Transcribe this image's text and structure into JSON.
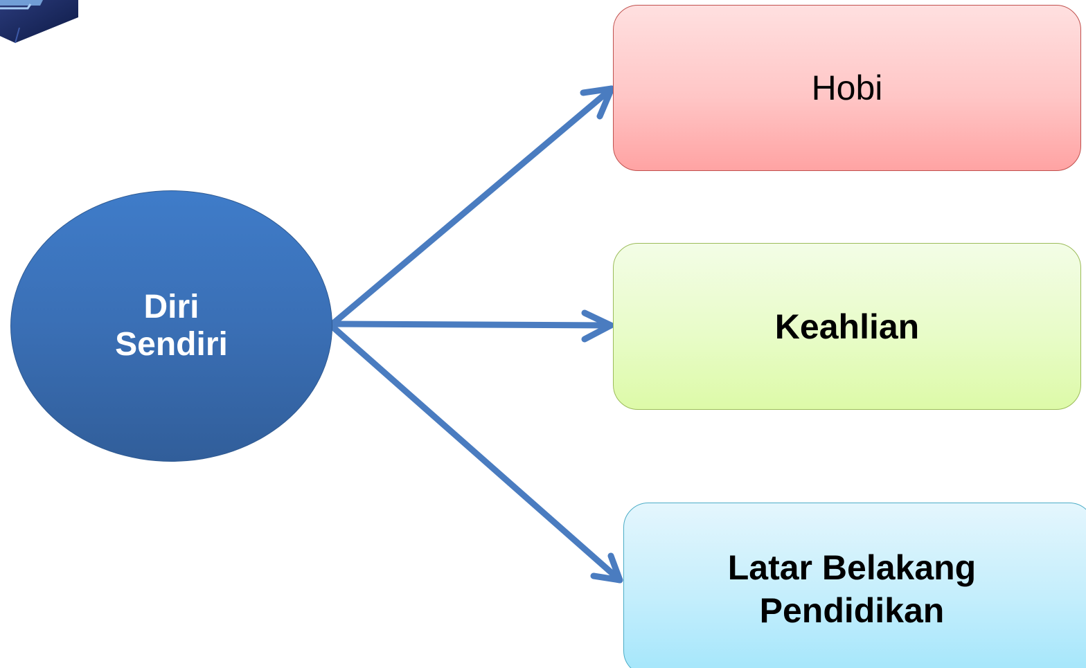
{
  "diagram": {
    "center": {
      "label": "Diri Sendiri",
      "color": "#3a6fb5"
    },
    "nodes": [
      {
        "id": "hobi",
        "label": "Hobi",
        "bold": false,
        "fill": "#ffc6c6",
        "border": "#c0504d"
      },
      {
        "id": "keahlian",
        "label": "Keahlian",
        "bold": true,
        "fill": "#e8fcc8",
        "border": "#9bbb59"
      },
      {
        "id": "latar",
        "label": "Latar Belakang Pendidikan",
        "bold": true,
        "fill": "#c4eefc",
        "border": "#4bacc6"
      }
    ],
    "connector_color": "#4a7cc0",
    "ornament": "dark-blue-3d-corner-shape"
  }
}
